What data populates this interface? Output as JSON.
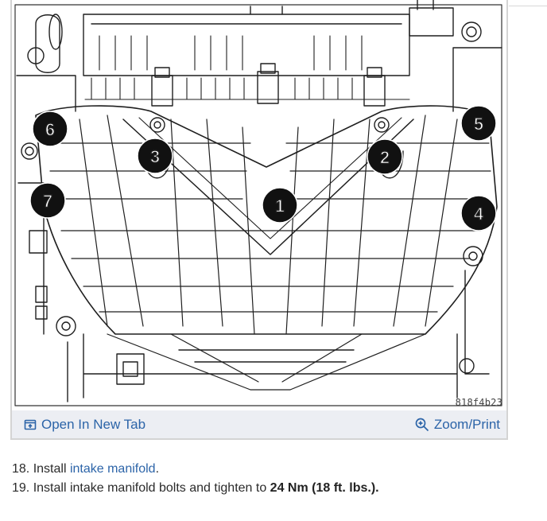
{
  "figure": {
    "code": "818f4b23",
    "callouts": [
      "6",
      "3",
      "1",
      "2",
      "5",
      "7",
      "4"
    ],
    "toolbar": {
      "open_tab_label": "Open In New Tab",
      "zoom_label": "Zoom/Print",
      "open_tab_icon": "open-in-new-tab-icon",
      "zoom_icon": "zoom-in-icon",
      "link_color": "#2c64a8"
    }
  },
  "steps": [
    {
      "number": "18.",
      "text": "Install ",
      "link": "intake manifold",
      "suffix": "."
    },
    {
      "number": "19.",
      "text": "Install intake manifold bolts and tighten to ",
      "bold": "24 Nm (18 ft. lbs.)."
    }
  ]
}
